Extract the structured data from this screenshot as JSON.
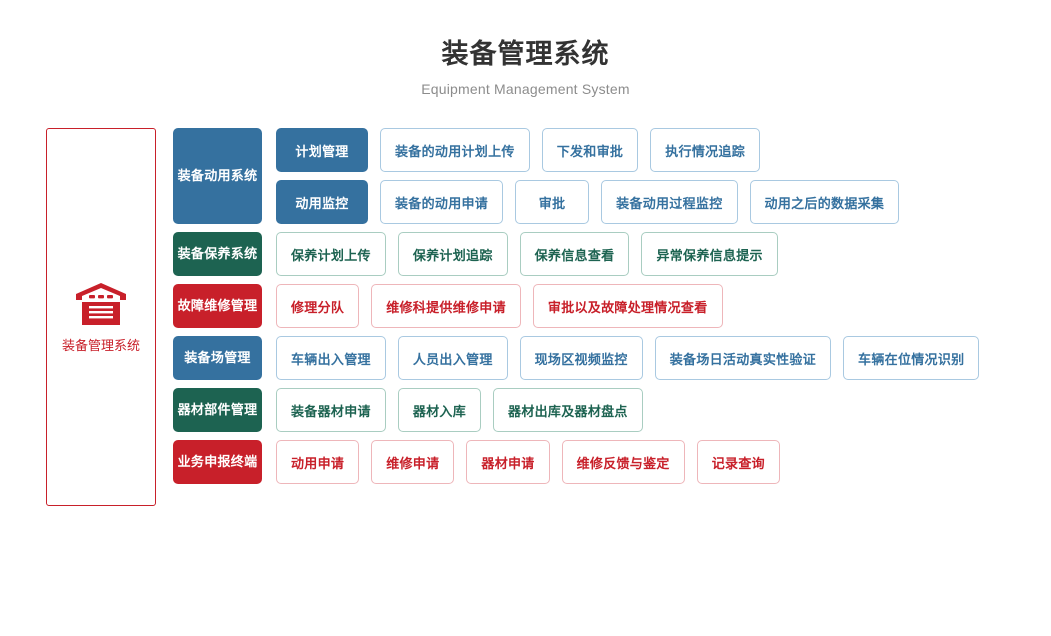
{
  "header": {
    "title": "装备管理系统",
    "subtitle": "Equipment Management System"
  },
  "root": {
    "icon": "warehouse-icon",
    "label": "装备管理系统",
    "border_color": "#c8202a"
  },
  "palette": {
    "blue": "#35719f",
    "green": "#1d6351",
    "red": "#c8202a",
    "blue_border": "#a9c9e1",
    "green_border": "#a9cdc1",
    "red_border": "#eeb6ba",
    "title_color": "#333333",
    "subtitle_color": "#8c8c8c"
  },
  "systems": [
    {
      "name": "装备动用系统",
      "color": "blue",
      "subgroups": [
        {
          "name": "计划管理",
          "color": "blue",
          "items": [
            "装备的动用计划上传",
            "下发和审批",
            "执行情况追踪"
          ]
        },
        {
          "name": "动用监控",
          "color": "blue",
          "items": [
            "装备的动用申请",
            "审批",
            "装备动用过程监控",
            "动用之后的数据采集"
          ]
        }
      ]
    },
    {
      "name": "装备保养系统",
      "color": "green",
      "items": [
        "保养计划上传",
        "保养计划追踪",
        "保养信息查看",
        "异常保养信息提示"
      ]
    },
    {
      "name": "故障维修管理",
      "color": "red",
      "items": [
        "修理分队",
        "维修科提供维修申请",
        "审批以及故障处理情况查看"
      ]
    },
    {
      "name": "装备场管理",
      "color": "blue",
      "items": [
        "车辆出入管理",
        "人员出入管理",
        "现场区视频监控",
        "装备场日活动真实性验证",
        "车辆在位情况识别"
      ]
    },
    {
      "name": "器材部件管理",
      "color": "green",
      "items": [
        "装备器材申请",
        "器材入库",
        "器材出库及器材盘点"
      ]
    },
    {
      "name": "业务申报终端",
      "color": "red",
      "items": [
        "动用申请",
        "维修申请",
        "器材申请",
        "维修反馈与鉴定",
        "记录查询"
      ]
    }
  ]
}
